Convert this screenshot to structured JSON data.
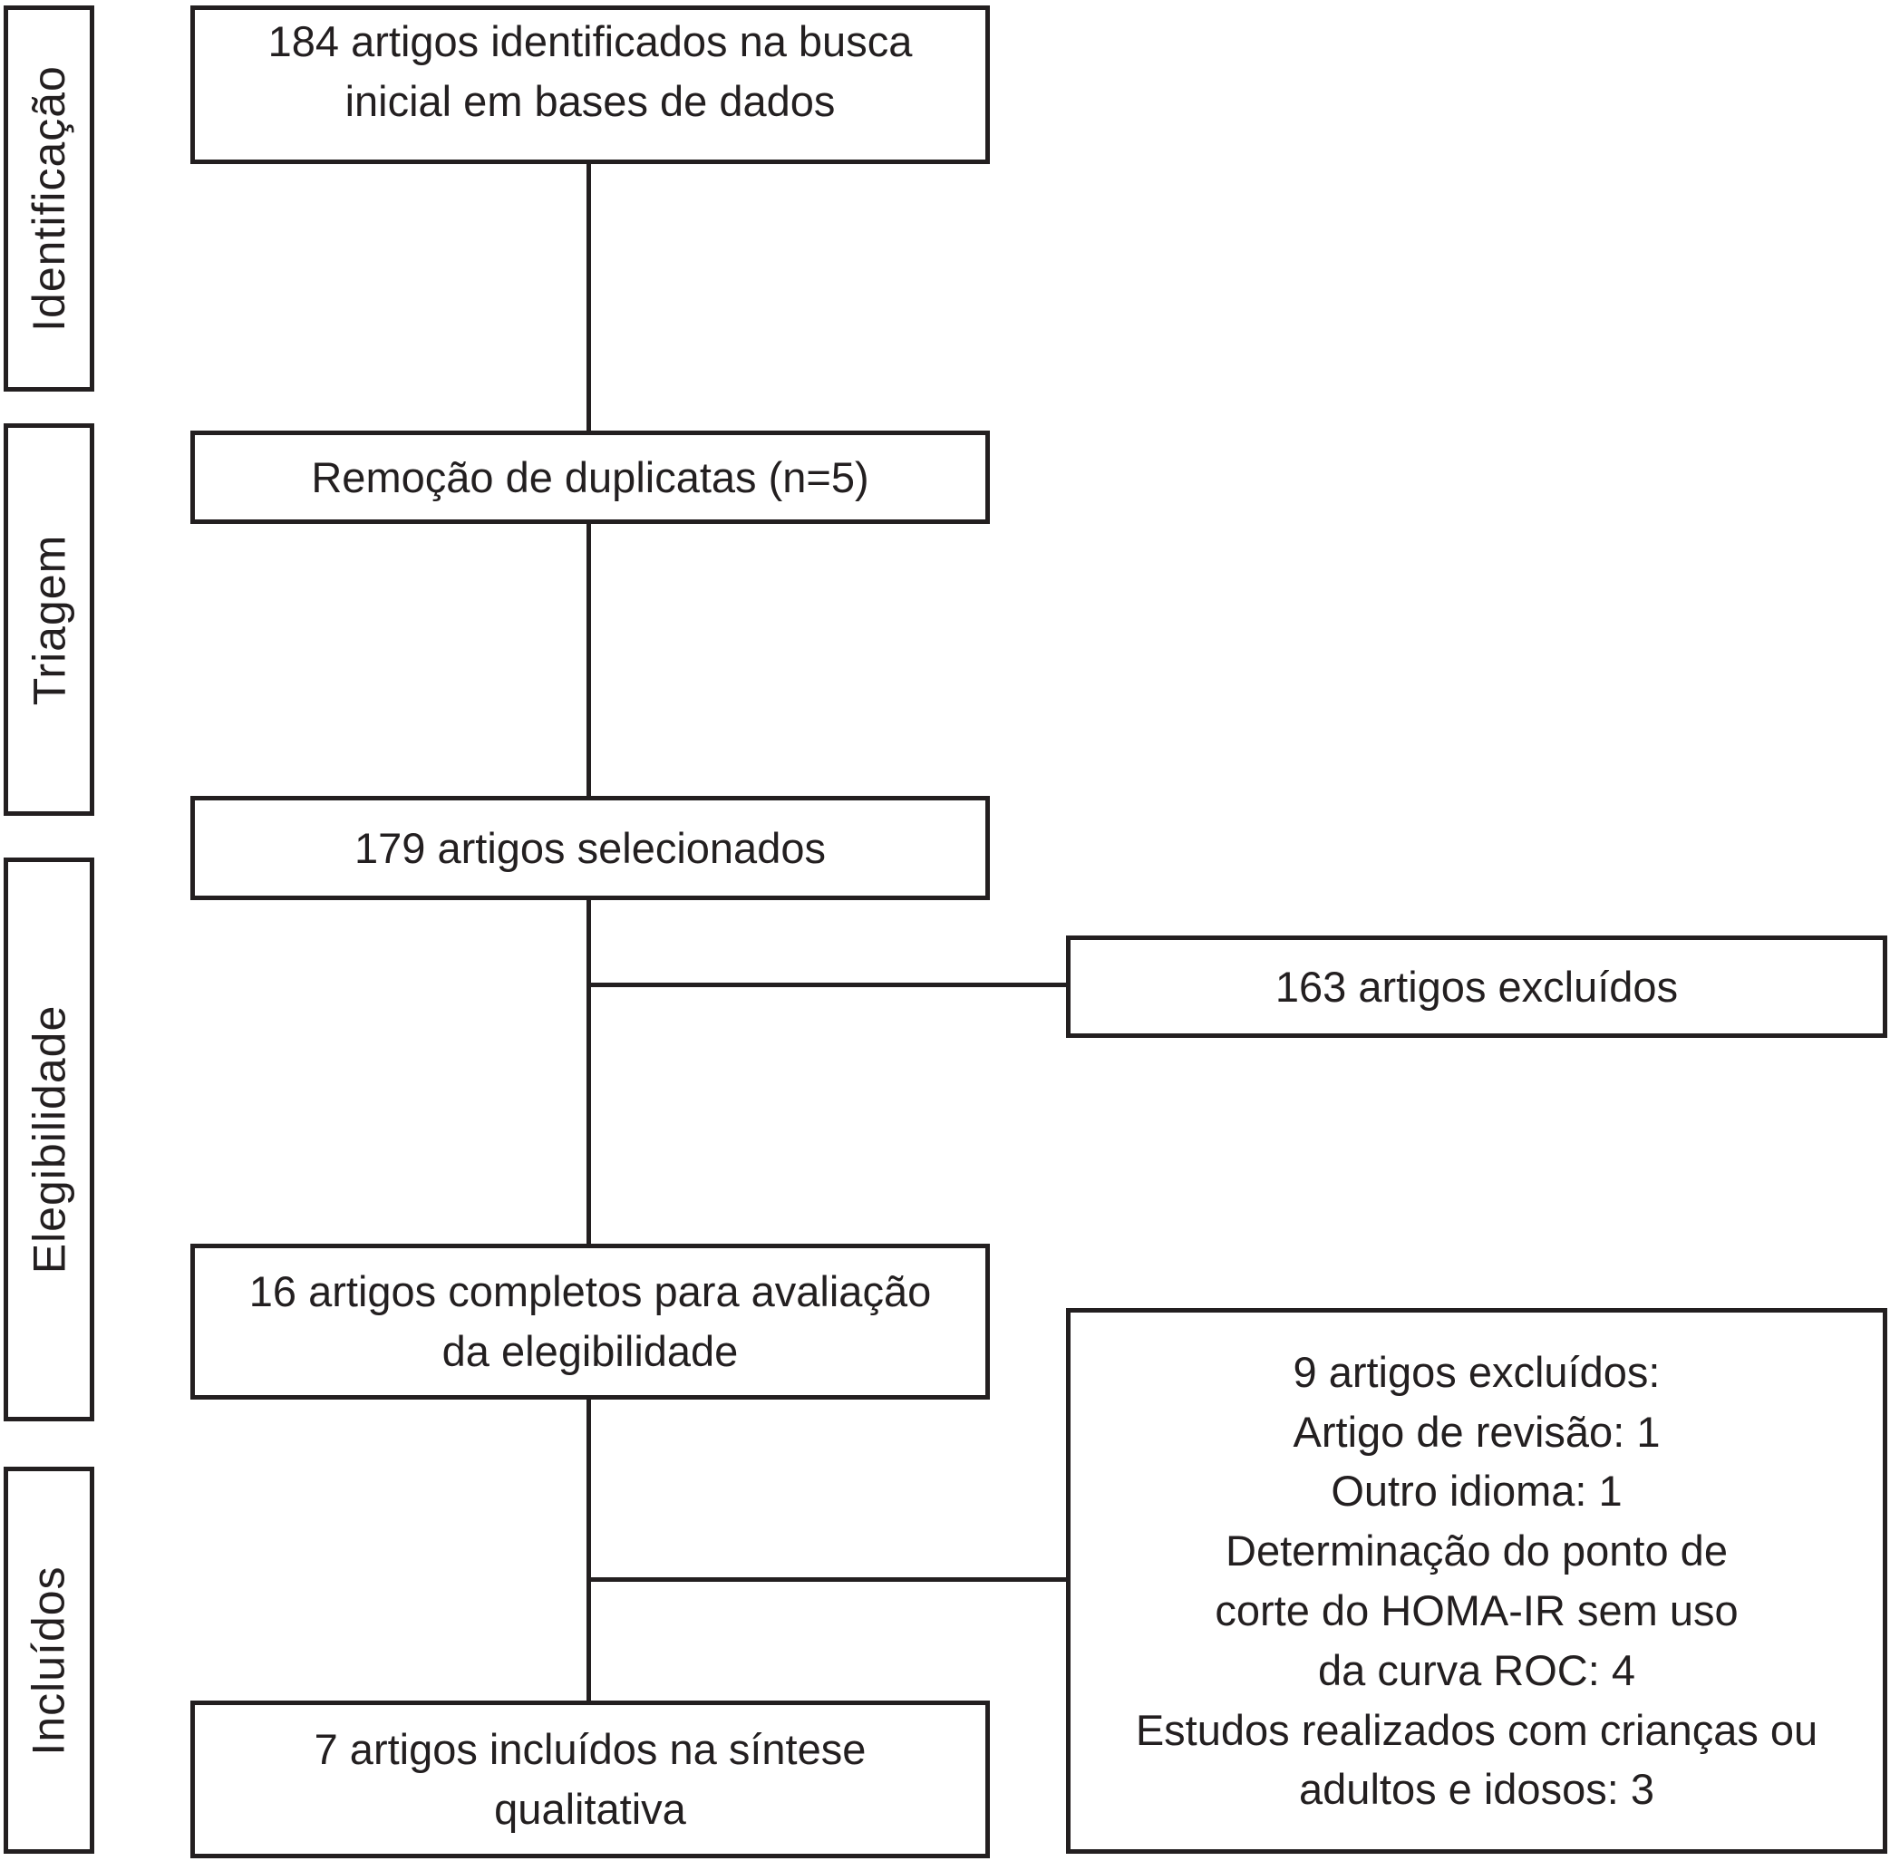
{
  "figure": {
    "ink_color": "#231f20",
    "background_color": "#ffffff"
  },
  "stages": {
    "identification": "Identificação",
    "screening": "Triagem",
    "eligibility": "Elegibilidade",
    "included": "Incluídos"
  },
  "boxes": {
    "identified": {
      "line1": "184 artigos identificados na busca",
      "line2": "inicial em bases de dados"
    },
    "duplicates_removed": {
      "line1": "Remoção de duplicatas (n=5)"
    },
    "screened": {
      "line1": "179 artigos selecionados"
    },
    "excluded": {
      "line1": "163 artigos excluídos"
    },
    "full_text_assessed": {
      "line1": "16 artigos completos para avaliação",
      "line2": "da elegibilidade"
    },
    "excluded_reasons": {
      "line1": "9 artigos excluídos:",
      "line2": "Artigo de revisão: 1",
      "line3": "Outro idioma: 1",
      "line4": "Determinação do ponto de",
      "line5": "corte do HOMA-IR sem uso",
      "line6": "da curva ROC: 4",
      "line7": "Estudos realizados com crianças ou",
      "line8": "adultos e idosos: 3"
    },
    "included_synthesis": {
      "line1": "7 artigos incluídos na síntese",
      "line2": "qualitativa"
    }
  }
}
